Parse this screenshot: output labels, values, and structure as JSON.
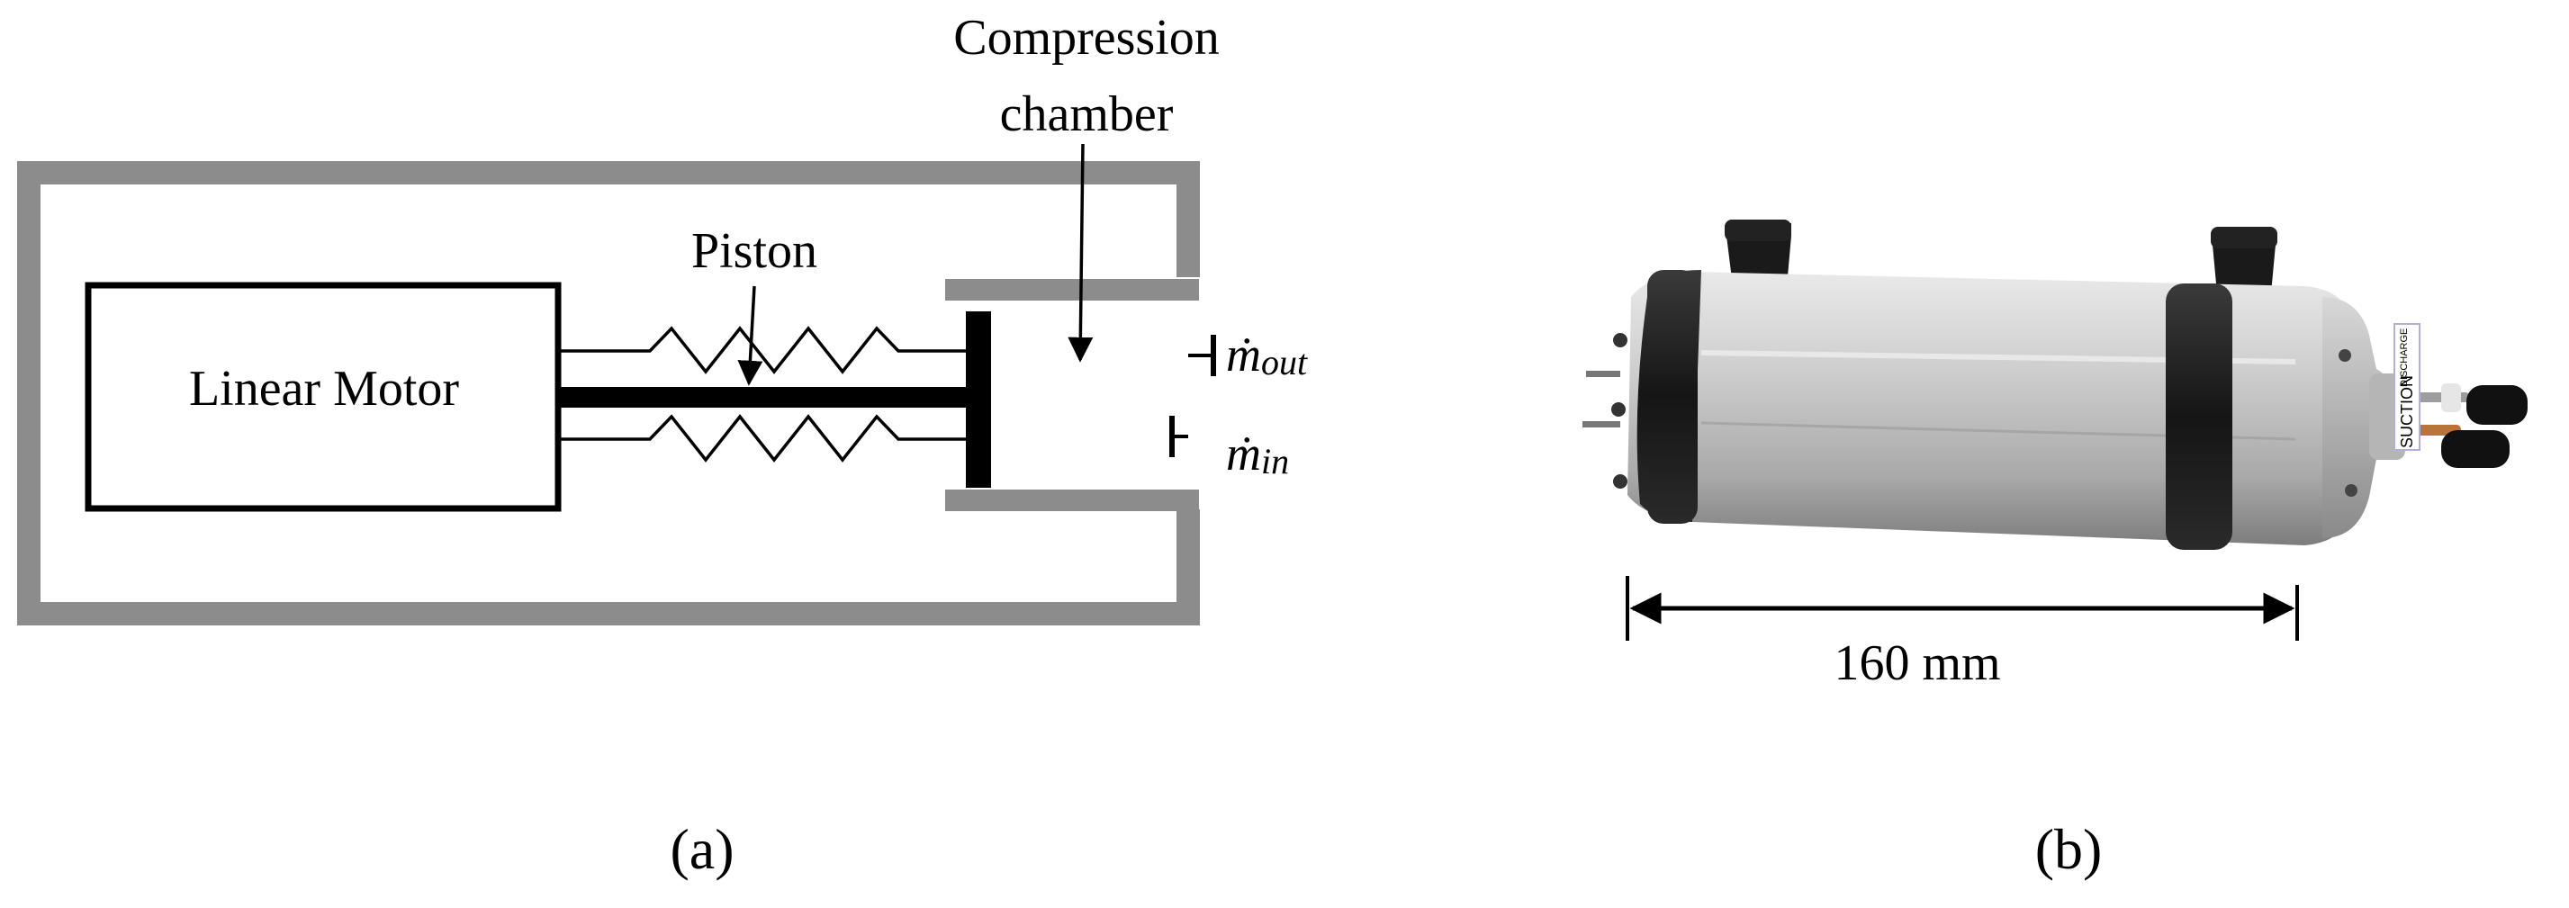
{
  "panel_a": {
    "motor_label": "Linear Motor",
    "piston_label": "Piston",
    "chamber_label_line1": "Compression",
    "chamber_label_line2": "chamber",
    "outlet_symbol": "ṁ",
    "outlet_subscript": "out",
    "inlet_symbol": "ṁ",
    "inlet_subscript": "in",
    "caption": "(a)"
  },
  "panel_b": {
    "dimension_label": "160 mm",
    "sticker_text_1": "SUCTION",
    "sticker_text_2": "DISCHARGE",
    "caption": "(b)"
  },
  "colors": {
    "housing": "#8c8c8c",
    "line": "#000000",
    "compressor_body": "#c4c4c4",
    "compressor_band": "#1c1c1c"
  }
}
